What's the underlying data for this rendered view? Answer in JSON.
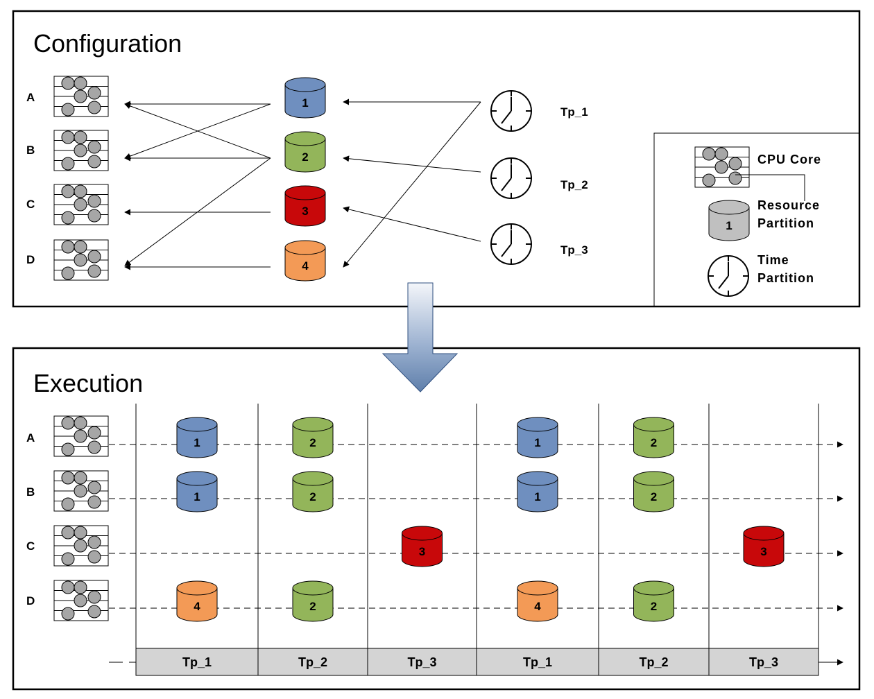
{
  "config": {
    "title": "Configuration",
    "cores": [
      "A",
      "B",
      "C",
      "D"
    ],
    "partitions": [
      {
        "label": "1",
        "color": "#6f8fbf"
      },
      {
        "label": "2",
        "color": "#93b55a"
      },
      {
        "label": "3",
        "color": "#c8080a"
      },
      {
        "label": "4",
        "color": "#f39a56"
      }
    ],
    "time_partitions": [
      "Tp_1",
      "Tp_2",
      "Tp_3"
    ]
  },
  "legend": {
    "cpu_core": "CPU Core",
    "resource_line1": "Resource",
    "resource_line2": "Partition",
    "resource_number": "1",
    "time_line1": "Time",
    "time_line2": "Partition"
  },
  "execution": {
    "title": "Execution",
    "cores": [
      "A",
      "B",
      "C",
      "D"
    ],
    "timeline": [
      "Tp_1",
      "Tp_2",
      "Tp_3",
      "Tp_1",
      "Tp_2",
      "Tp_3"
    ],
    "grid": [
      [
        "1",
        "2",
        "",
        "1",
        "2",
        ""
      ],
      [
        "1",
        "2",
        "",
        "1",
        "2",
        ""
      ],
      [
        "",
        "",
        "3",
        "",
        "",
        "3"
      ],
      [
        "4",
        "2",
        "",
        "4",
        "2",
        ""
      ]
    ]
  },
  "colors": {
    "p1": "#6f8fbf",
    "p2": "#93b55a",
    "p3": "#c8080a",
    "p4": "#f39a56",
    "legend_grey": "#c0c0c0",
    "transition_arrow": "#5f80ae",
    "timeline_fill": "#d4d4d4"
  }
}
